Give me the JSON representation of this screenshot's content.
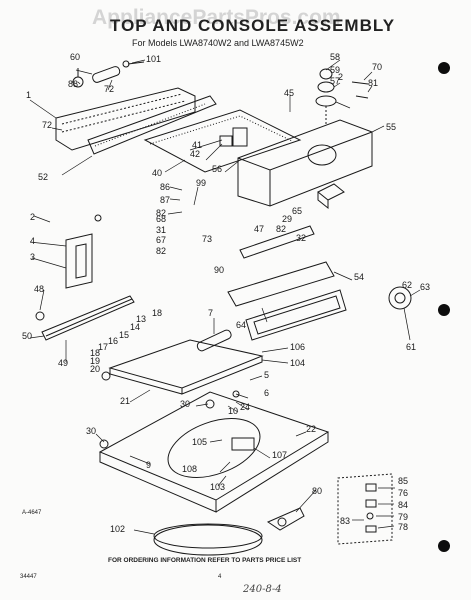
{
  "watermark": "AppliancePartsPros.com",
  "title": "TOP AND CONSOLE ASSEMBLY",
  "subtitle": "For Models LWA8740W2 and LWA8745W2",
  "footer": "FOR ORDERING INFORMATION REFER TO PARTS PRICE LIST",
  "diagram_code": "A-4647",
  "page_code": "34447",
  "page_marker": "4",
  "handwritten_note": "240-8-4",
  "colors": {
    "ink": "#1a1a1a",
    "paper": "#fbfbfa",
    "watermark": "#969696"
  },
  "part_numbers": [
    "60",
    "88",
    "72",
    "1",
    "72",
    "101",
    "58",
    "59",
    "57",
    "2",
    "70",
    "81",
    "45",
    "55",
    "41",
    "42",
    "56",
    "40",
    "52",
    "86",
    "87",
    "99",
    "82",
    "68",
    "31",
    "67",
    "82",
    "47",
    "82",
    "29",
    "65",
    "32",
    "73",
    "90",
    "2",
    "4",
    "3",
    "48",
    "50",
    "49",
    "7",
    "18",
    "13",
    "14",
    "15",
    "16",
    "17",
    "18",
    "19",
    "20",
    "64",
    "54",
    "63",
    "62",
    "61",
    "106",
    "104",
    "5",
    "21",
    "30",
    "6",
    "24",
    "10",
    "22",
    "30",
    "105",
    "9",
    "107",
    "108",
    "103",
    "80",
    "102",
    "85",
    "76",
    "84",
    "79",
    "83",
    "78"
  ]
}
